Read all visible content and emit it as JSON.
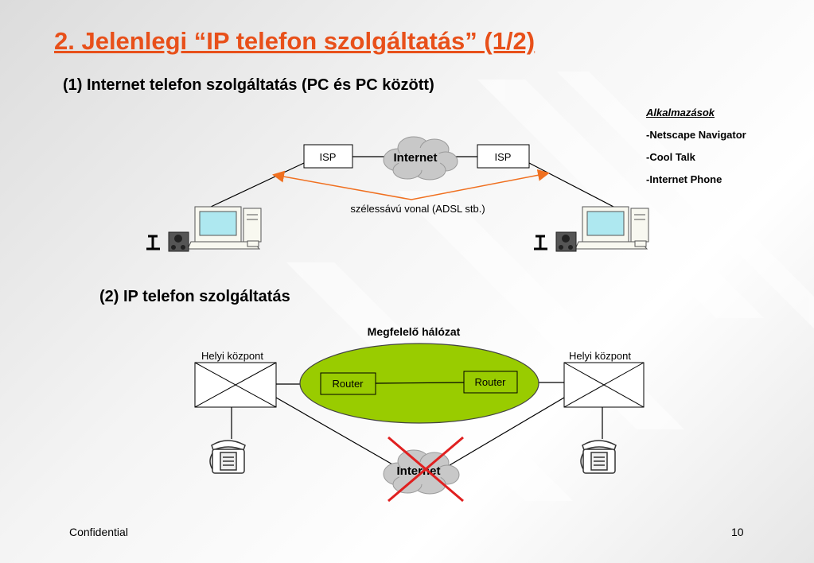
{
  "slide": {
    "title": "2. Jelenlegi “IP telefon szolgáltatás” (1/2)",
    "footer_left": "Confidential",
    "page_number": "10"
  },
  "section1": {
    "heading": "(1) Internet telefon szolgáltatás (PC és PC között)",
    "isp_left": "ISP",
    "isp_right": "ISP",
    "cloud_label": "Internet",
    "line_label": "szélessávú vonal (ADSL stb.)"
  },
  "apps": {
    "header": "Alkalmazások",
    "items": [
      "-Netscape Navigator",
      "-Cool Talk",
      "-Internet Phone"
    ]
  },
  "section2": {
    "heading": "(2) IP telefon szolgáltatás",
    "network_label": "Megfelelő hálózat",
    "exchange_left": "Helyi központ",
    "exchange_right": "Helyi központ",
    "router_left": "Router",
    "router_right": "Router",
    "cloud_label": "Internet"
  },
  "colors": {
    "title": "#e8501a",
    "arrow": "#f07020",
    "network_fill": "#99cc00",
    "cross": "#e02020",
    "screen": "#aee8f0"
  }
}
